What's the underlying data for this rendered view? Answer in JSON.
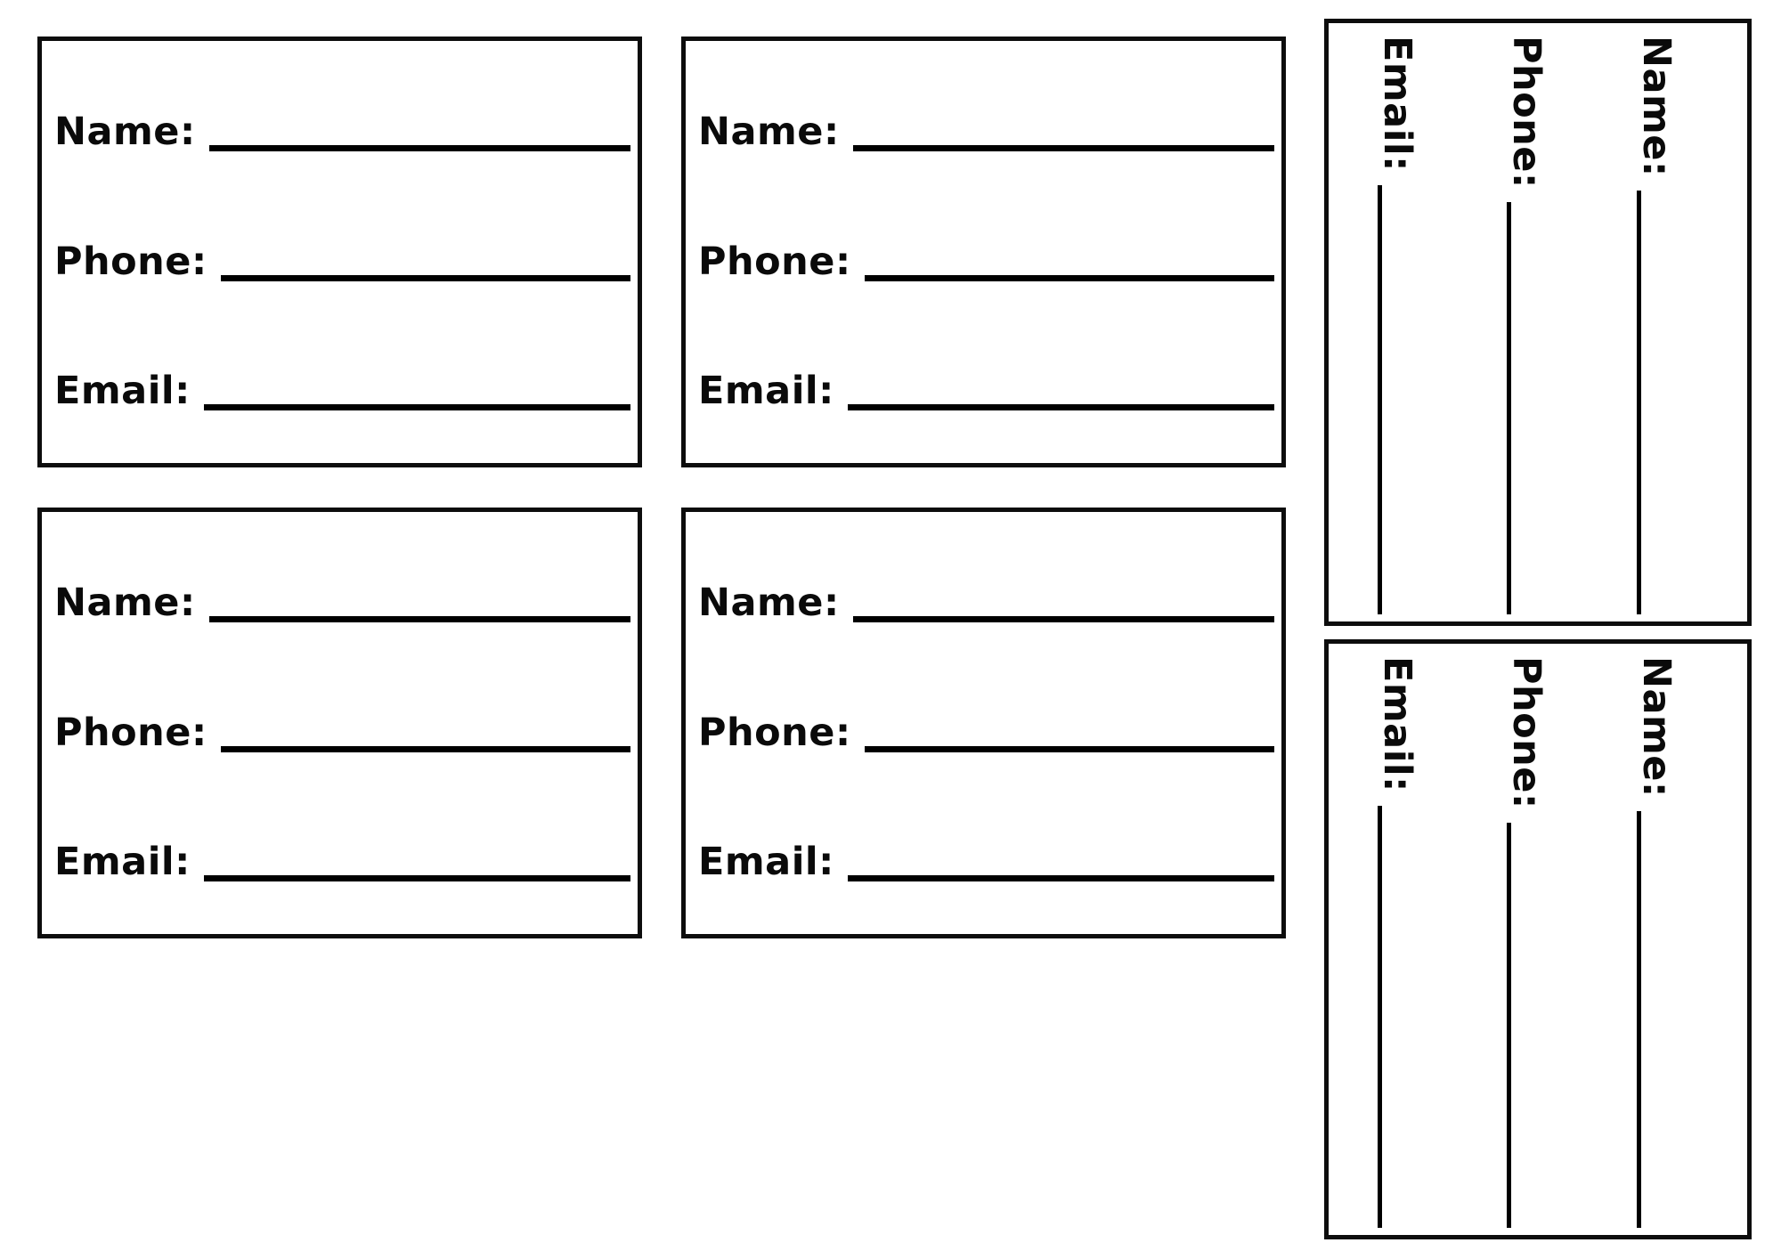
{
  "colors": {
    "background": "#ffffff",
    "ink": "#000000",
    "card_border": "#0d0d0d"
  },
  "cards": [
    {
      "orientation": "horizontal",
      "fields": [
        {
          "label": "Name:",
          "value": ""
        },
        {
          "label": "Phone:",
          "value": ""
        },
        {
          "label": "Email:",
          "value": ""
        }
      ]
    },
    {
      "orientation": "horizontal",
      "fields": [
        {
          "label": "Name:",
          "value": ""
        },
        {
          "label": "Phone:",
          "value": ""
        },
        {
          "label": "Email:",
          "value": ""
        }
      ]
    },
    {
      "orientation": "horizontal",
      "fields": [
        {
          "label": "Name:",
          "value": ""
        },
        {
          "label": "Phone:",
          "value": ""
        },
        {
          "label": "Email:",
          "value": ""
        }
      ]
    },
    {
      "orientation": "horizontal",
      "fields": [
        {
          "label": "Name:",
          "value": ""
        },
        {
          "label": "Phone:",
          "value": ""
        },
        {
          "label": "Email:",
          "value": ""
        }
      ]
    },
    {
      "orientation": "rotated-90-clockwise",
      "fields": [
        {
          "label": "Name:",
          "value": ""
        },
        {
          "label": "Phone:",
          "value": ""
        },
        {
          "label": "Email:",
          "value": ""
        }
      ]
    },
    {
      "orientation": "rotated-90-clockwise",
      "fields": [
        {
          "label": "Name:",
          "value": ""
        },
        {
          "label": "Phone:",
          "value": ""
        },
        {
          "label": "Email:",
          "value": ""
        }
      ]
    }
  ]
}
